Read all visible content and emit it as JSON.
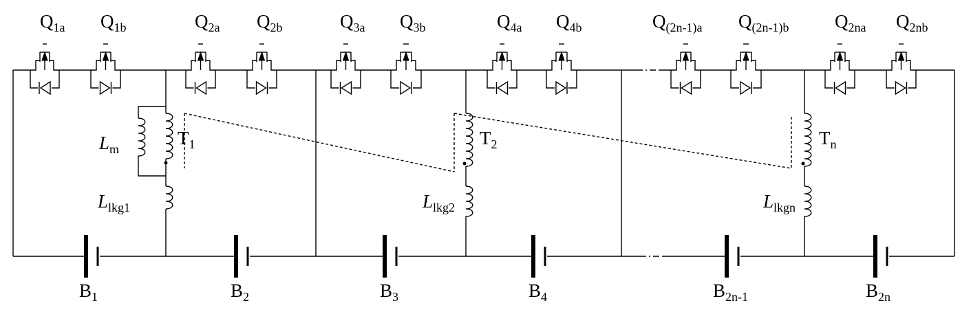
{
  "diagram": {
    "switches": [
      {
        "main": "Q",
        "sub": "1a"
      },
      {
        "main": "Q",
        "sub": "1b"
      },
      {
        "main": "Q",
        "sub": "2a"
      },
      {
        "main": "Q",
        "sub": "2b"
      },
      {
        "main": "Q",
        "sub": "3a"
      },
      {
        "main": "Q",
        "sub": "3b"
      },
      {
        "main": "Q",
        "sub": "4a"
      },
      {
        "main": "Q",
        "sub": "4b"
      },
      {
        "main": "Q",
        "sub": "(2n-1)a"
      },
      {
        "main": "Q",
        "sub": "(2n-1)b"
      },
      {
        "main": "Q",
        "sub": "2na"
      },
      {
        "main": "Q",
        "sub": "2nb"
      }
    ],
    "batteries": [
      {
        "main": "B",
        "sub": "1"
      },
      {
        "main": "B",
        "sub": "2"
      },
      {
        "main": "B",
        "sub": "3"
      },
      {
        "main": "B",
        "sub": "4"
      },
      {
        "main": "B",
        "sub": "2n-1"
      },
      {
        "main": "B",
        "sub": "2n"
      }
    ],
    "transformers": [
      {
        "main": "T",
        "sub": "1"
      },
      {
        "main": "T",
        "sub": "2"
      },
      {
        "main": "T",
        "sub": "n"
      }
    ],
    "leakage_inductors": [
      {
        "main": "L",
        "sub": "lkg1"
      },
      {
        "main": "L",
        "sub": "lkg2"
      },
      {
        "main": "L",
        "sub": "lkgn"
      }
    ],
    "magnetizing_inductor": {
      "main": "L",
      "sub": "m"
    }
  }
}
